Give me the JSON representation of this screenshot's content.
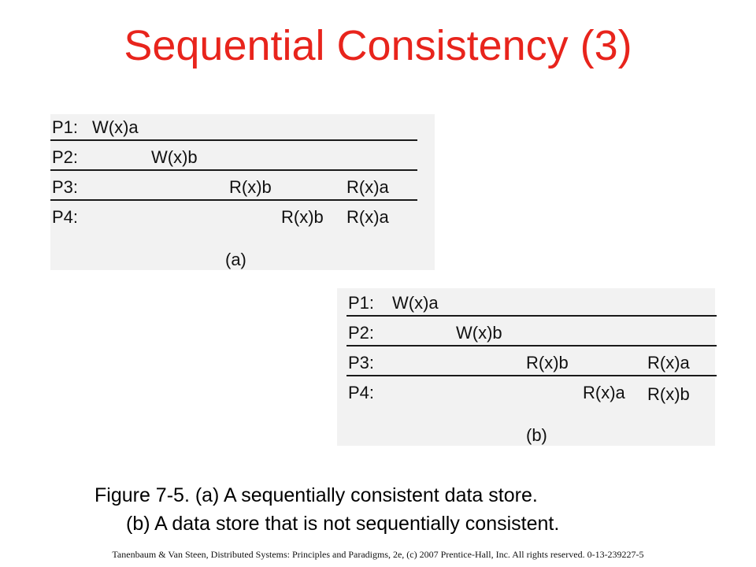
{
  "title": "Sequential Consistency (3)",
  "diagrams": [
    {
      "id": "a",
      "label": "(a)",
      "rows": [
        {
          "process": "P1:",
          "events": [
            "W(x)a"
          ]
        },
        {
          "process": "P2:",
          "events": [
            "W(x)b"
          ]
        },
        {
          "process": "P3:",
          "events": [
            "R(x)b",
            "R(x)a"
          ]
        },
        {
          "process": "P4:",
          "events": [
            "R(x)b",
            "R(x)a"
          ]
        }
      ]
    },
    {
      "id": "b",
      "label": "(b)",
      "rows": [
        {
          "process": "P1:",
          "events": [
            "W(x)a"
          ]
        },
        {
          "process": "P2:",
          "events": [
            "W(x)b"
          ]
        },
        {
          "process": "P3:",
          "events": [
            "R(x)b",
            "R(x)a"
          ]
        },
        {
          "process": "P4:",
          "events": [
            "R(x)a",
            "R(x)b"
          ]
        }
      ]
    }
  ],
  "caption": {
    "line1": "Figure 7-5. (a) A sequentially consistent data store.",
    "line2": "(b) A data store that is not sequentially consistent."
  },
  "footer": "Tanenbaum & Van Steen, Distributed Systems: Principles and Paradigms, 2e, (c) 2007 Prentice-Hall, Inc. All rights reserved. 0-13-239227-5"
}
